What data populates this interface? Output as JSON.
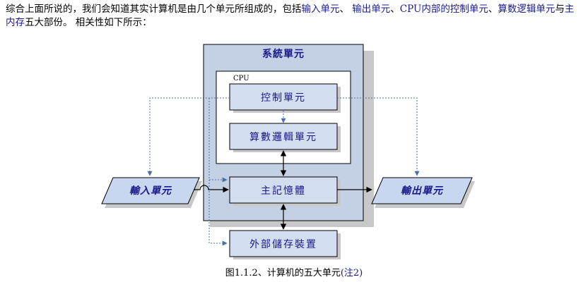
{
  "intro": {
    "part1": "综合上面所说的，我们会知道其实计算机是由几个单元所组成的，包括",
    "link1": "输入单元",
    "part2": "、",
    "link2": "输出单元",
    "part3": "、",
    "link3": "CPU内部的控制单元",
    "part4": "、",
    "link4": "算数逻辑单元",
    "part5": "与",
    "link5": "主内存",
    "part6": "五大部份。 相关性如下所示："
  },
  "diagram": {
    "system_title": "系統單元",
    "cpu_label": "CPU",
    "control_unit": "控制單元",
    "alu": "算數邏輯單元",
    "main_memory": "主記憶體",
    "input_unit": "輸入單元",
    "output_unit": "輸出單元",
    "storage": "外部儲存裝置",
    "colors": {
      "system_fill": "#c4d0e3",
      "inner_box_fill": "#d2ddf0",
      "io_fill": "#c8d6ef",
      "border": "#000000",
      "dotted_line": "#4a6fb0",
      "text_blue": "#1a1a8c",
      "shadow": "#c8c8c8"
    }
  },
  "caption": {
    "text": "图1.1.2、计算机的五大单元",
    "note": "(注2)"
  }
}
